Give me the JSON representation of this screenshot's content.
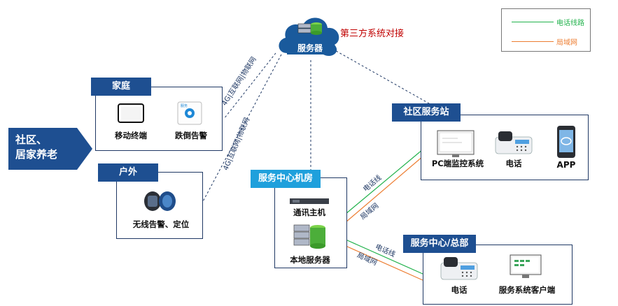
{
  "legend": {
    "phone_line": {
      "label": "电话线路",
      "color": "#22b24c"
    },
    "lan": {
      "label": "局域网",
      "color": "#ed7d31"
    }
  },
  "server": {
    "label": "服务器",
    "third_party": "第三方系统对接"
  },
  "community_home": {
    "label": "社区、\n居家养老"
  },
  "home": {
    "title": "家庭",
    "devices": [
      {
        "label": "移动终端",
        "icon": "tablet-icon"
      },
      {
        "label": "跌倒告警",
        "icon": "fall-alarm-icon"
      }
    ]
  },
  "outdoor": {
    "title": "户外",
    "devices": [
      {
        "label": "无线告警、定位",
        "icon": "smartwatch-icon"
      }
    ]
  },
  "service_room": {
    "title": "服务中心机房",
    "devices": [
      {
        "label": "通讯主机",
        "icon": "comm-host-icon"
      },
      {
        "label": "本地服务器",
        "icon": "local-server-icon"
      }
    ]
  },
  "station": {
    "title": "社区服务站",
    "devices": [
      {
        "label": "PC端监控系统",
        "icon": "monitor-icon"
      },
      {
        "label": "电话",
        "icon": "phone-icon"
      },
      {
        "label": "APP",
        "icon": "smartphone-icon"
      }
    ]
  },
  "hq": {
    "title": "服务中心/总部",
    "devices": [
      {
        "label": "电话",
        "icon": "phone-icon"
      },
      {
        "label": "服务系统客户端",
        "icon": "monitor-icon"
      }
    ]
  },
  "link_labels": {
    "net_4g_1": "4G|互联网|物联网",
    "net_4g_2": "4G|互联网|物联网",
    "phone_line_1": "电话线",
    "lan_1": "局域网",
    "phone_line_2": "电话线",
    "lan_2": "局域网"
  }
}
